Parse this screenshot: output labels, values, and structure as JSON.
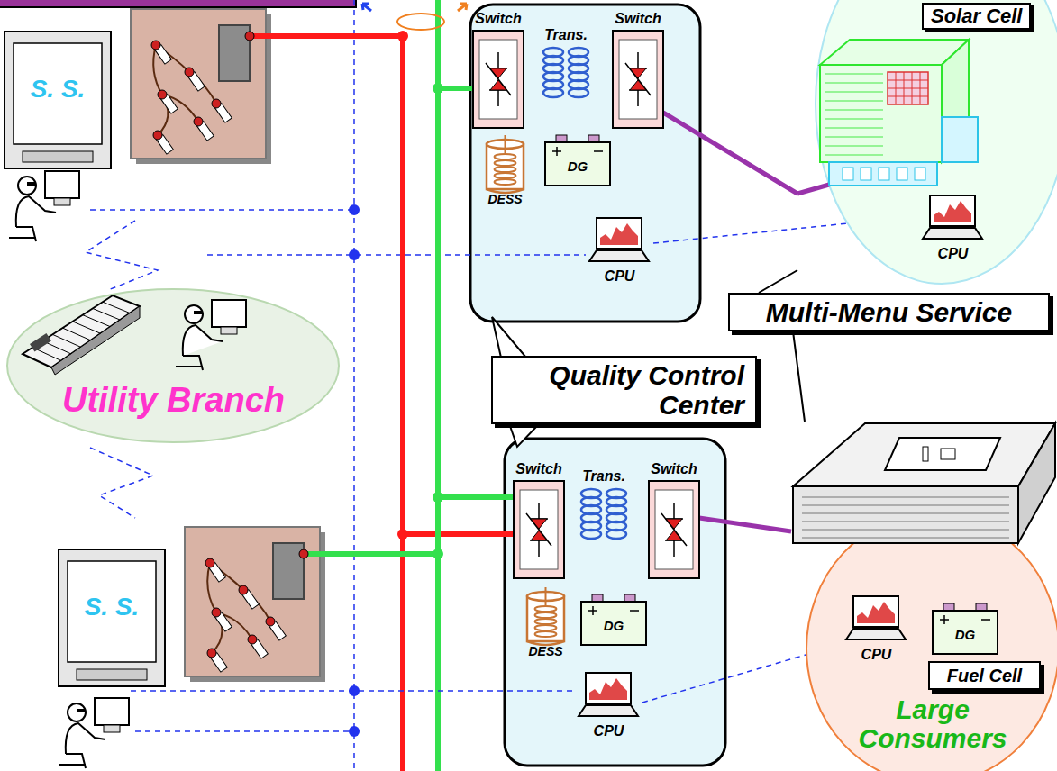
{
  "diagram": {
    "nodes": [
      {
        "text": [
          "S. S."
        ]
      },
      {
        "text": [
          "Switch"
        ]
      },
      {
        "text": [
          "Trans."
        ]
      },
      {
        "text": [
          "Switch"
        ]
      },
      {
        "text": [
          "DESS"
        ]
      },
      {
        "text": [
          "DG"
        ]
      },
      {
        "text": [
          "CPU"
        ]
      },
      {
        "text": [
          "Solar Cell"
        ]
      },
      {
        "text": [
          "CPU"
        ],
        "in": 7
      },
      {
        "text": [
          "Utility Branch"
        ]
      },
      {
        "text": [
          "Multi-Menu Service"
        ]
      },
      {
        "text": [
          "Quality Control Center"
        ]
      },
      {
        "text": [
          "Switch"
        ]
      },
      {
        "text": [
          "Trans."
        ]
      },
      {
        "text": [
          "Switch"
        ]
      },
      {
        "text": [
          "DESS"
        ]
      },
      {
        "text": [
          "DG"
        ]
      },
      {
        "text": [
          "CPU"
        ]
      },
      {
        "text": [
          "S. S."
        ]
      },
      {
        "text": [
          "Large Consumers"
        ]
      },
      {
        "text": [
          "CPU"
        ],
        "in": 19
      },
      {
        "text": [
          "DG"
        ],
        "in": 19
      },
      {
        "text": [
          "Fuel Cell"
        ],
        "in": 19
      }
    ],
    "edges": [
      {
        "from": 0,
        "to": 12,
        "arrow": "none"
      },
      {
        "from": 18,
        "to": 1,
        "arrow": "none"
      },
      {
        "from": 18,
        "to": 12,
        "arrow": "none"
      },
      {
        "from": 3,
        "to": 7,
        "arrow": "none"
      },
      {
        "from": 14,
        "to": 19,
        "arrow": "none"
      },
      {
        "from": 10,
        "to": 7,
        "arrow": "none"
      },
      {
        "from": 10,
        "to": 19,
        "arrow": "none"
      }
    ]
  }
}
